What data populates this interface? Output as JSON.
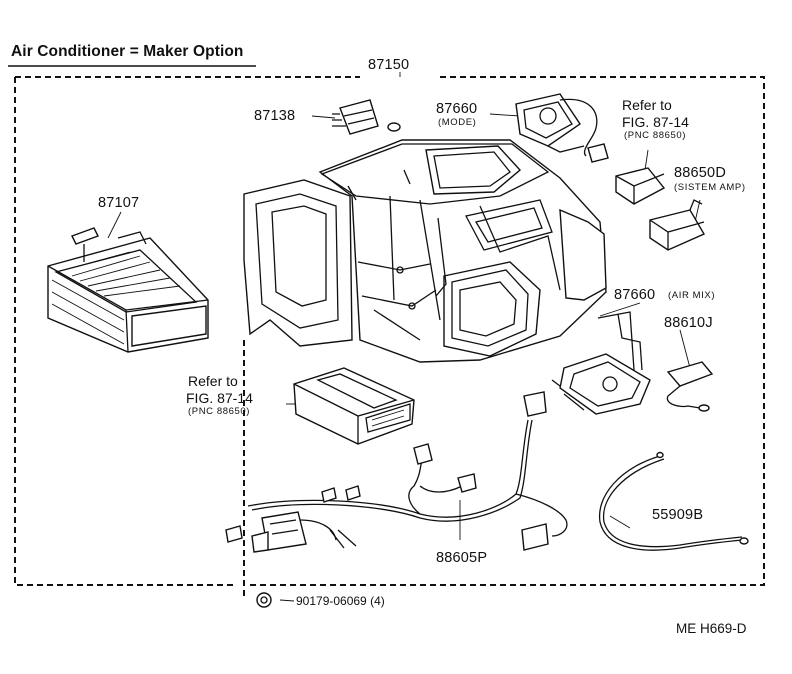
{
  "title": "Air Conditioner = Maker Option",
  "diagram_code": "ME  H669-D",
  "parts": {
    "assembly": "87150",
    "heater_core": "87107",
    "switch": "87138",
    "mode_servo": "87660",
    "mode_servo_note": "(MODE)",
    "air_mix_servo": "87660",
    "air_mix_note": "(AIR  MIX)",
    "amplifier": "88650D",
    "amplifier_note": "(SISTEM AMP)",
    "sensor": "88610J",
    "control_cable": "55909B",
    "wire_harness": "88605P",
    "clip": "90179-06069 (4)"
  },
  "refs": {
    "ref_top": {
      "line1": "Refer to",
      "line2": "FIG. 87-14",
      "line3": "(PNC 88650)"
    },
    "ref_left": {
      "line1": "Refer to",
      "line2": "FIG. 87-14",
      "line3": "(PNC 88650)"
    }
  },
  "icons": [
    "heater-core-icon",
    "switch-icon",
    "mode-servo-icon",
    "amplifier-icon",
    "heater-unit-icon",
    "computer-module-icon",
    "air-mix-servo-icon",
    "sensor-icon",
    "wire-harness-icon",
    "control-cable-icon",
    "clip-icon"
  ]
}
